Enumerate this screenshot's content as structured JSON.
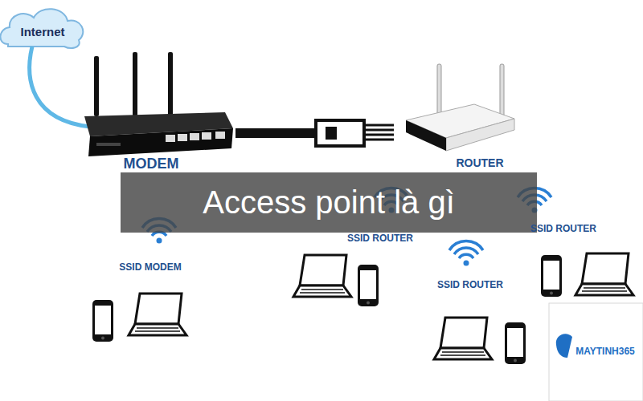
{
  "diagram": {
    "nodes": [
      {
        "text": [
          "Internet"
        ]
      },
      {
        "text": [
          "Access point là gì"
        ]
      },
      {
        "text": [
          "MAYTINH365"
        ]
      }
    ],
    "labels": [
      "MODEM",
      "ROUTER",
      "SSID ROUTER",
      "SSID ROUTER",
      "SSID MODEM",
      "SSID ROUTER"
    ]
  }
}
